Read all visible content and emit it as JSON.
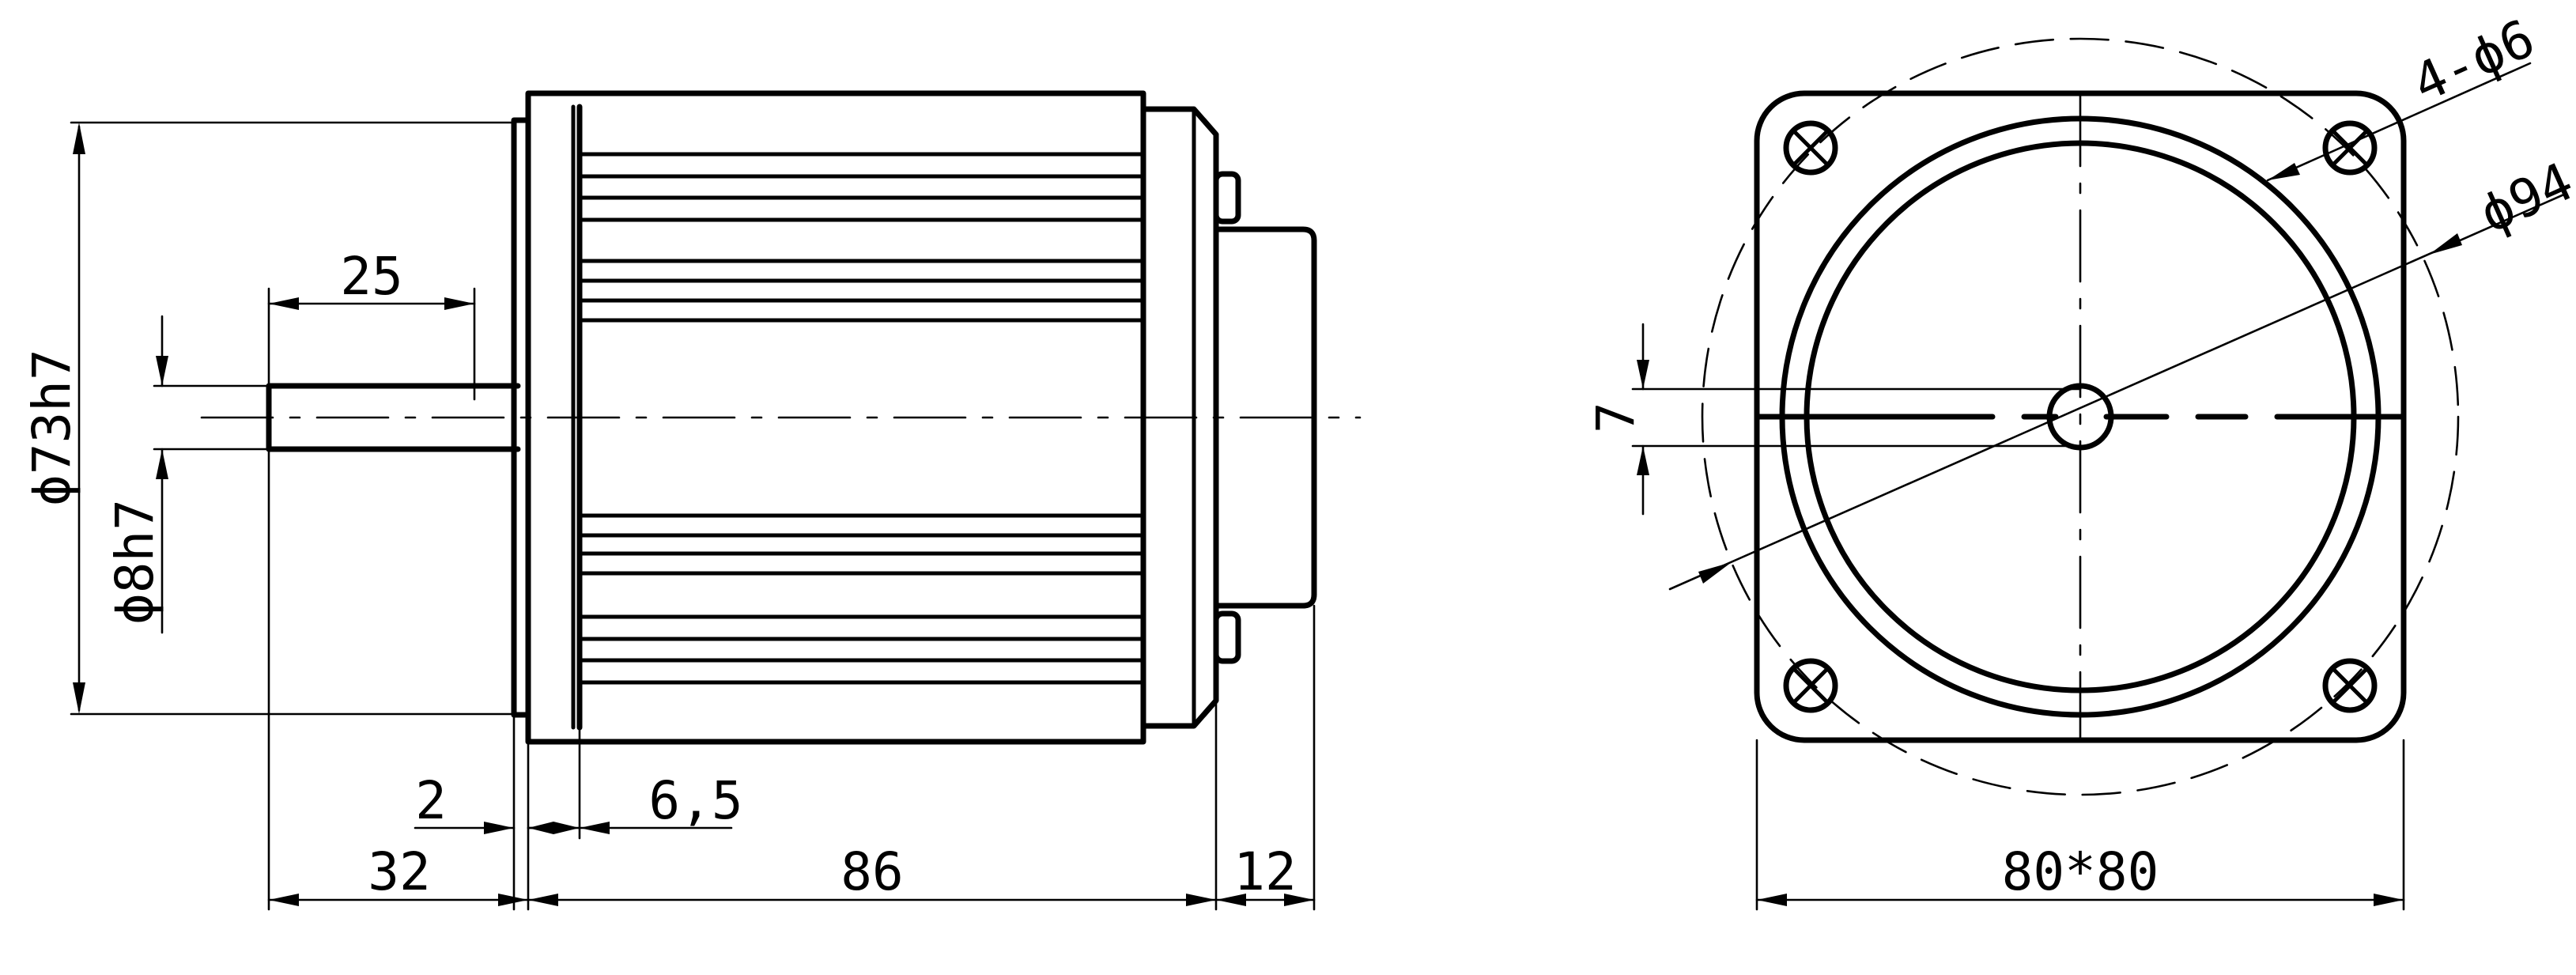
{
  "drawing": {
    "background": "#ffffff",
    "line_color": "#000000",
    "side_view": {
      "dims": {
        "body_diameter": "ϕ73h7",
        "shaft_diameter": "ϕ8h7",
        "shaft_key_length": "25",
        "flange_offset": "2",
        "fin_offset": "6,5",
        "shaft_length": "32",
        "body_length": "86",
        "rear_cap_length": "12"
      }
    },
    "front_view": {
      "dims": {
        "mount_holes": "4-ϕ6",
        "bolt_circle": "ϕ94",
        "shaft_flat": "7",
        "flange_size": "80*80"
      }
    }
  }
}
